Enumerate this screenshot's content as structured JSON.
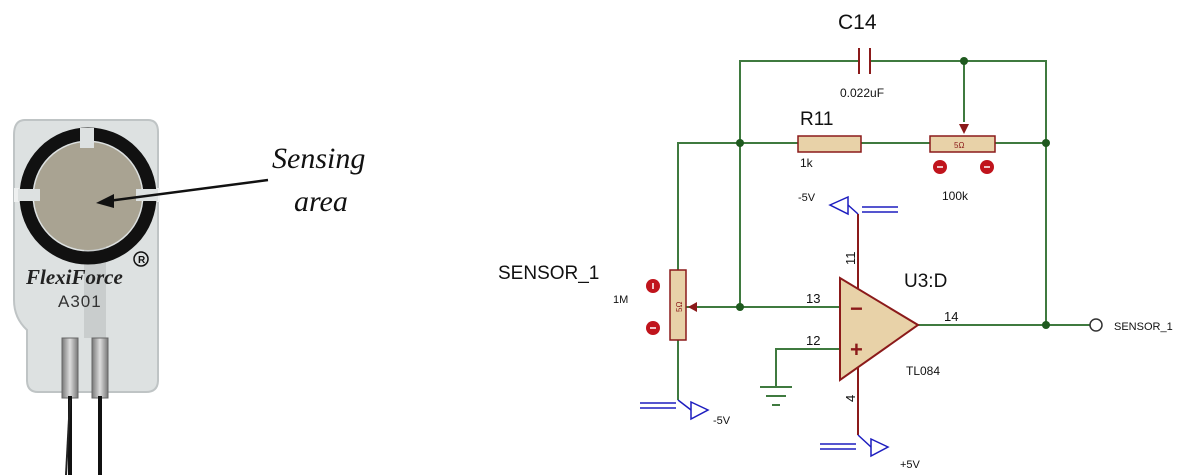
{
  "sensor_photo": {
    "brand": "FlexiForce",
    "registered_mark": "®",
    "model": "A301",
    "callout_line1": "Sensing",
    "callout_line2": "area"
  },
  "schematic": {
    "capacitor": {
      "ref": "C14",
      "value": "0.022uF"
    },
    "resistor": {
      "ref": "R11",
      "value": "1k"
    },
    "trim_pot": {
      "value": "100k",
      "marking": "5Ω"
    },
    "sensor": {
      "ref": "SENSOR_1",
      "value": "1M",
      "marking": "5Ω"
    },
    "opamp": {
      "ref": "U3:D",
      "part": "TL084",
      "pin_inverting": "13",
      "pin_noninverting": "12",
      "pin_output": "14",
      "pin_vneg": "11",
      "pin_vpos": "4",
      "minus_sign": "−",
      "plus_sign": "+"
    },
    "supplies": {
      "top": "-5V",
      "bottom_left": "-5V",
      "bottom": "+5V"
    },
    "output_label": "SENSOR_1"
  },
  "colors": {
    "wire": "#3f7a3f",
    "component_outline": "#8b1a1a",
    "component_fill": "#e8d2a8",
    "pin_dot": "#c0141c",
    "power_symbol": "#1d1dbf",
    "junction": "#1f5a1f",
    "text": "#111111"
  }
}
